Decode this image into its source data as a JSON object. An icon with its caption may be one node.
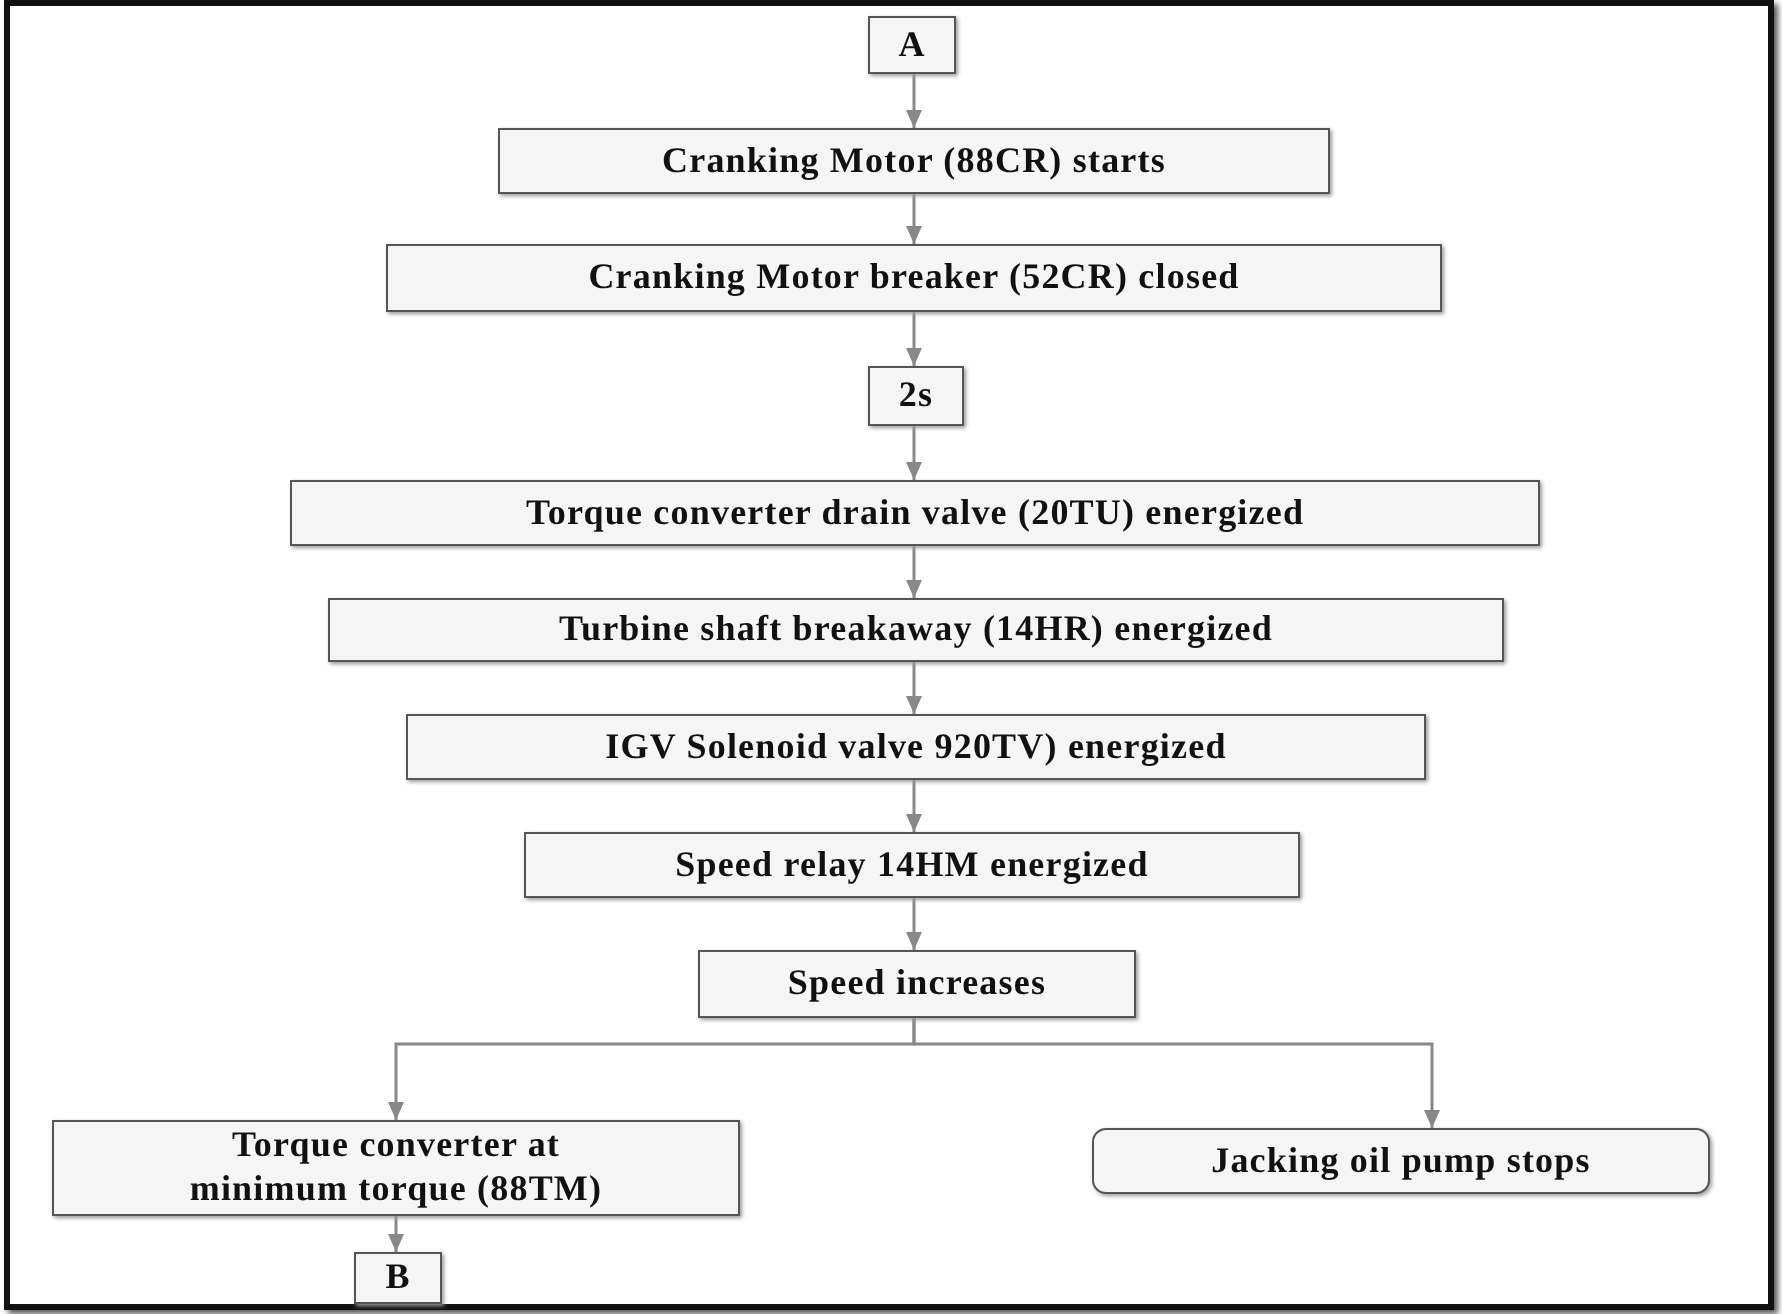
{
  "diagram": {
    "nodes": [
      {
        "text": [
          "A"
        ]
      },
      {
        "text": [
          "Cranking Motor (88CR) starts"
        ]
      },
      {
        "text": [
          "Cranking Motor breaker (52CR) closed"
        ]
      },
      {
        "text": [
          "2s"
        ]
      },
      {
        "text": [
          "Torque converter drain valve (20TU) energized"
        ]
      },
      {
        "text": [
          "Turbine shaft breakaway (14HR) energized"
        ]
      },
      {
        "text": [
          "IGV Solenoid valve 920TV) energized"
        ]
      },
      {
        "text": [
          "Speed relay 14HM energized"
        ]
      },
      {
        "text": [
          "Speed increases"
        ]
      },
      {
        "text": [
          "Torque converter at minimum torque (88TM)"
        ]
      },
      {
        "text": [
          "Jacking oil pump stops"
        ]
      },
      {
        "text": [
          "B"
        ]
      }
    ],
    "edges": [
      {
        "from": 0,
        "to": 1,
        "arrow": "to"
      },
      {
        "from": 1,
        "to": 2,
        "arrow": "to"
      },
      {
        "from": 2,
        "to": 3,
        "arrow": "to"
      },
      {
        "from": 3,
        "to": 4,
        "arrow": "to"
      },
      {
        "from": 4,
        "to": 5,
        "arrow": "to"
      },
      {
        "from": 5,
        "to": 6,
        "arrow": "to"
      },
      {
        "from": 6,
        "to": 7,
        "arrow": "to"
      },
      {
        "from": 7,
        "to": 8,
        "arrow": "to"
      },
      {
        "from": 8,
        "to": 9,
        "arrow": "to"
      },
      {
        "from": 8,
        "to": 10,
        "arrow": "to"
      },
      {
        "from": 9,
        "to": 11,
        "arrow": "to"
      }
    ]
  }
}
